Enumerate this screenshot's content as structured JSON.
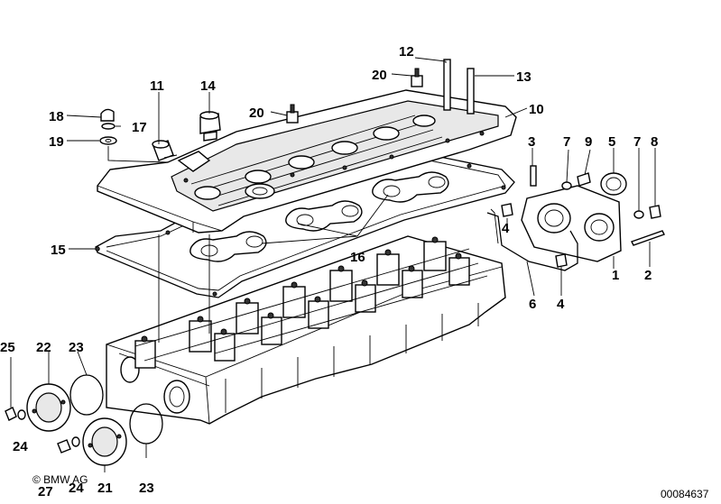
{
  "callouts": {
    "c1": "1",
    "c2": "2",
    "c3": "3",
    "c4a": "4",
    "c4b": "4",
    "c5": "5",
    "c6": "6",
    "c7a": "7",
    "c7b": "7",
    "c8": "8",
    "c9": "9",
    "c10": "10",
    "c11": "11",
    "c12": "12",
    "c13": "13",
    "c14": "14",
    "c15": "15",
    "c16": "16",
    "c17": "17",
    "c18": "18",
    "c19": "19",
    "c20a": "20",
    "c20b": "20",
    "c21": "21",
    "c22": "22",
    "c23a": "23",
    "c23b": "23",
    "c24a": "24",
    "c24b": "24",
    "c25": "25",
    "c27": "27"
  },
  "copyright": "© BMW AG",
  "drawing_number": "00084637"
}
